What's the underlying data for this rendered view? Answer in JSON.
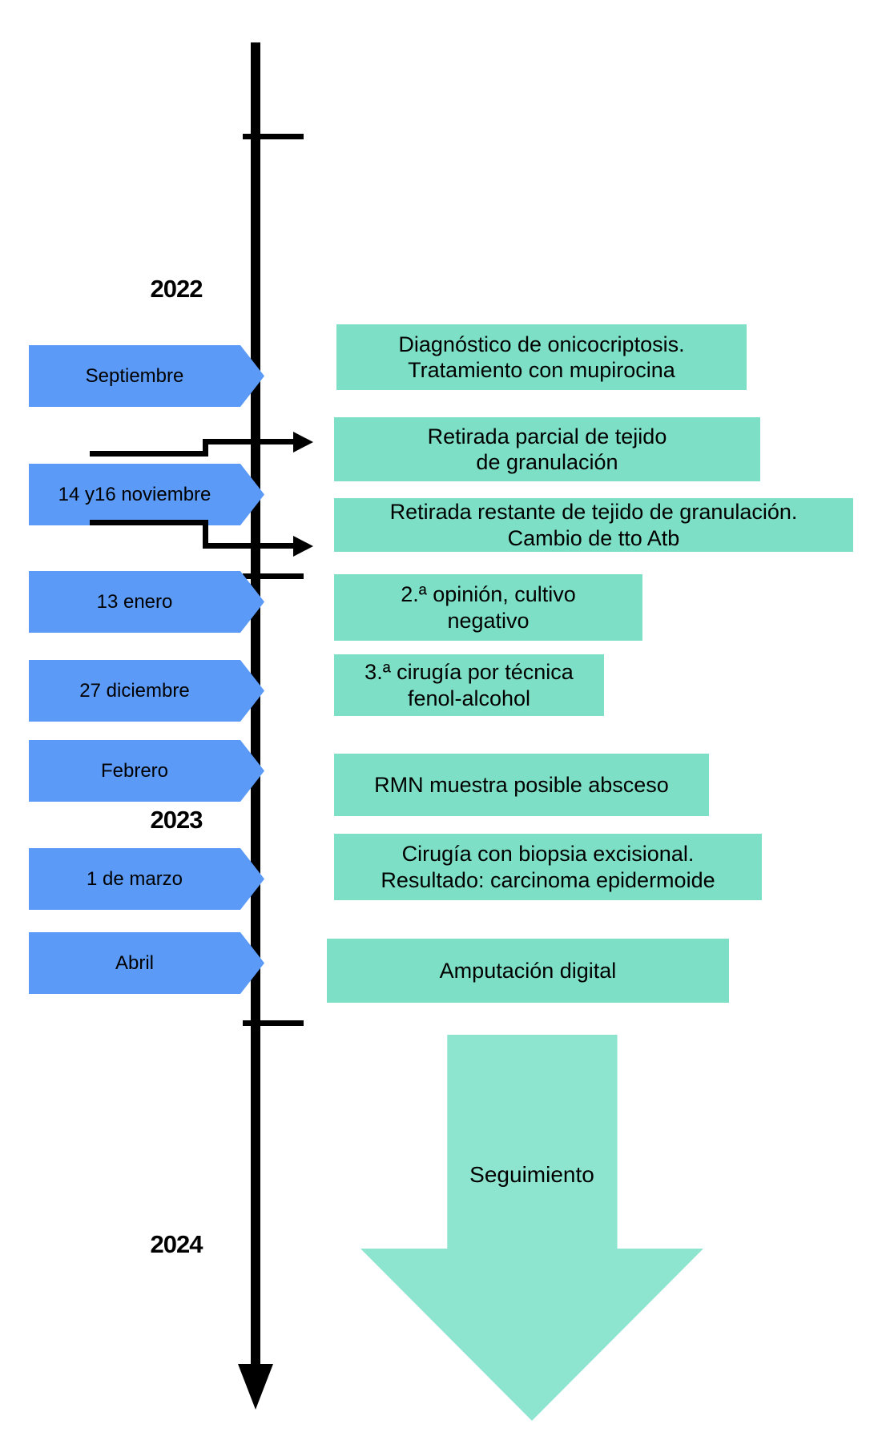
{
  "figure": {
    "type": "vertical-timeline",
    "language": "es"
  },
  "years": [
    {
      "label": "2022"
    },
    {
      "label": "2023"
    },
    {
      "label": "2024"
    }
  ],
  "dates": [
    {
      "label": "Septiembre"
    },
    {
      "label": "14 y16 noviembre"
    },
    {
      "label": "13 enero"
    },
    {
      "label": "27 diciembre"
    },
    {
      "label": "Febrero"
    },
    {
      "label": "1 de marzo"
    },
    {
      "label": "Abril"
    }
  ],
  "events": [
    {
      "text": "Diagnóstico de onicocriptosis.\nTratamiento con mupirocina"
    },
    {
      "text": "Retirada parcial de tejido\nde granulación"
    },
    {
      "text": "Retirada restante de tejido de granulación.\nCambio de tto Atb"
    },
    {
      "text": "2.ª opinión, cultivo\nnegativo"
    },
    {
      "text": "3.ª cirugía por técnica\nfenol-alcohol"
    },
    {
      "text": "RMN muestra posible absceso"
    },
    {
      "text": "Cirugía con biopsia excisional.\nResultado: carcinoma epidermoide"
    },
    {
      "text": "Amputación digital"
    }
  ],
  "followup": {
    "label": "Seguimiento"
  },
  "colors": {
    "date_arrow_blue": "#5B9AF6",
    "event_box_teal": "#7DE0C6",
    "followup_arrow_teal": "#8DE5D0",
    "axis_black": "#000000"
  }
}
